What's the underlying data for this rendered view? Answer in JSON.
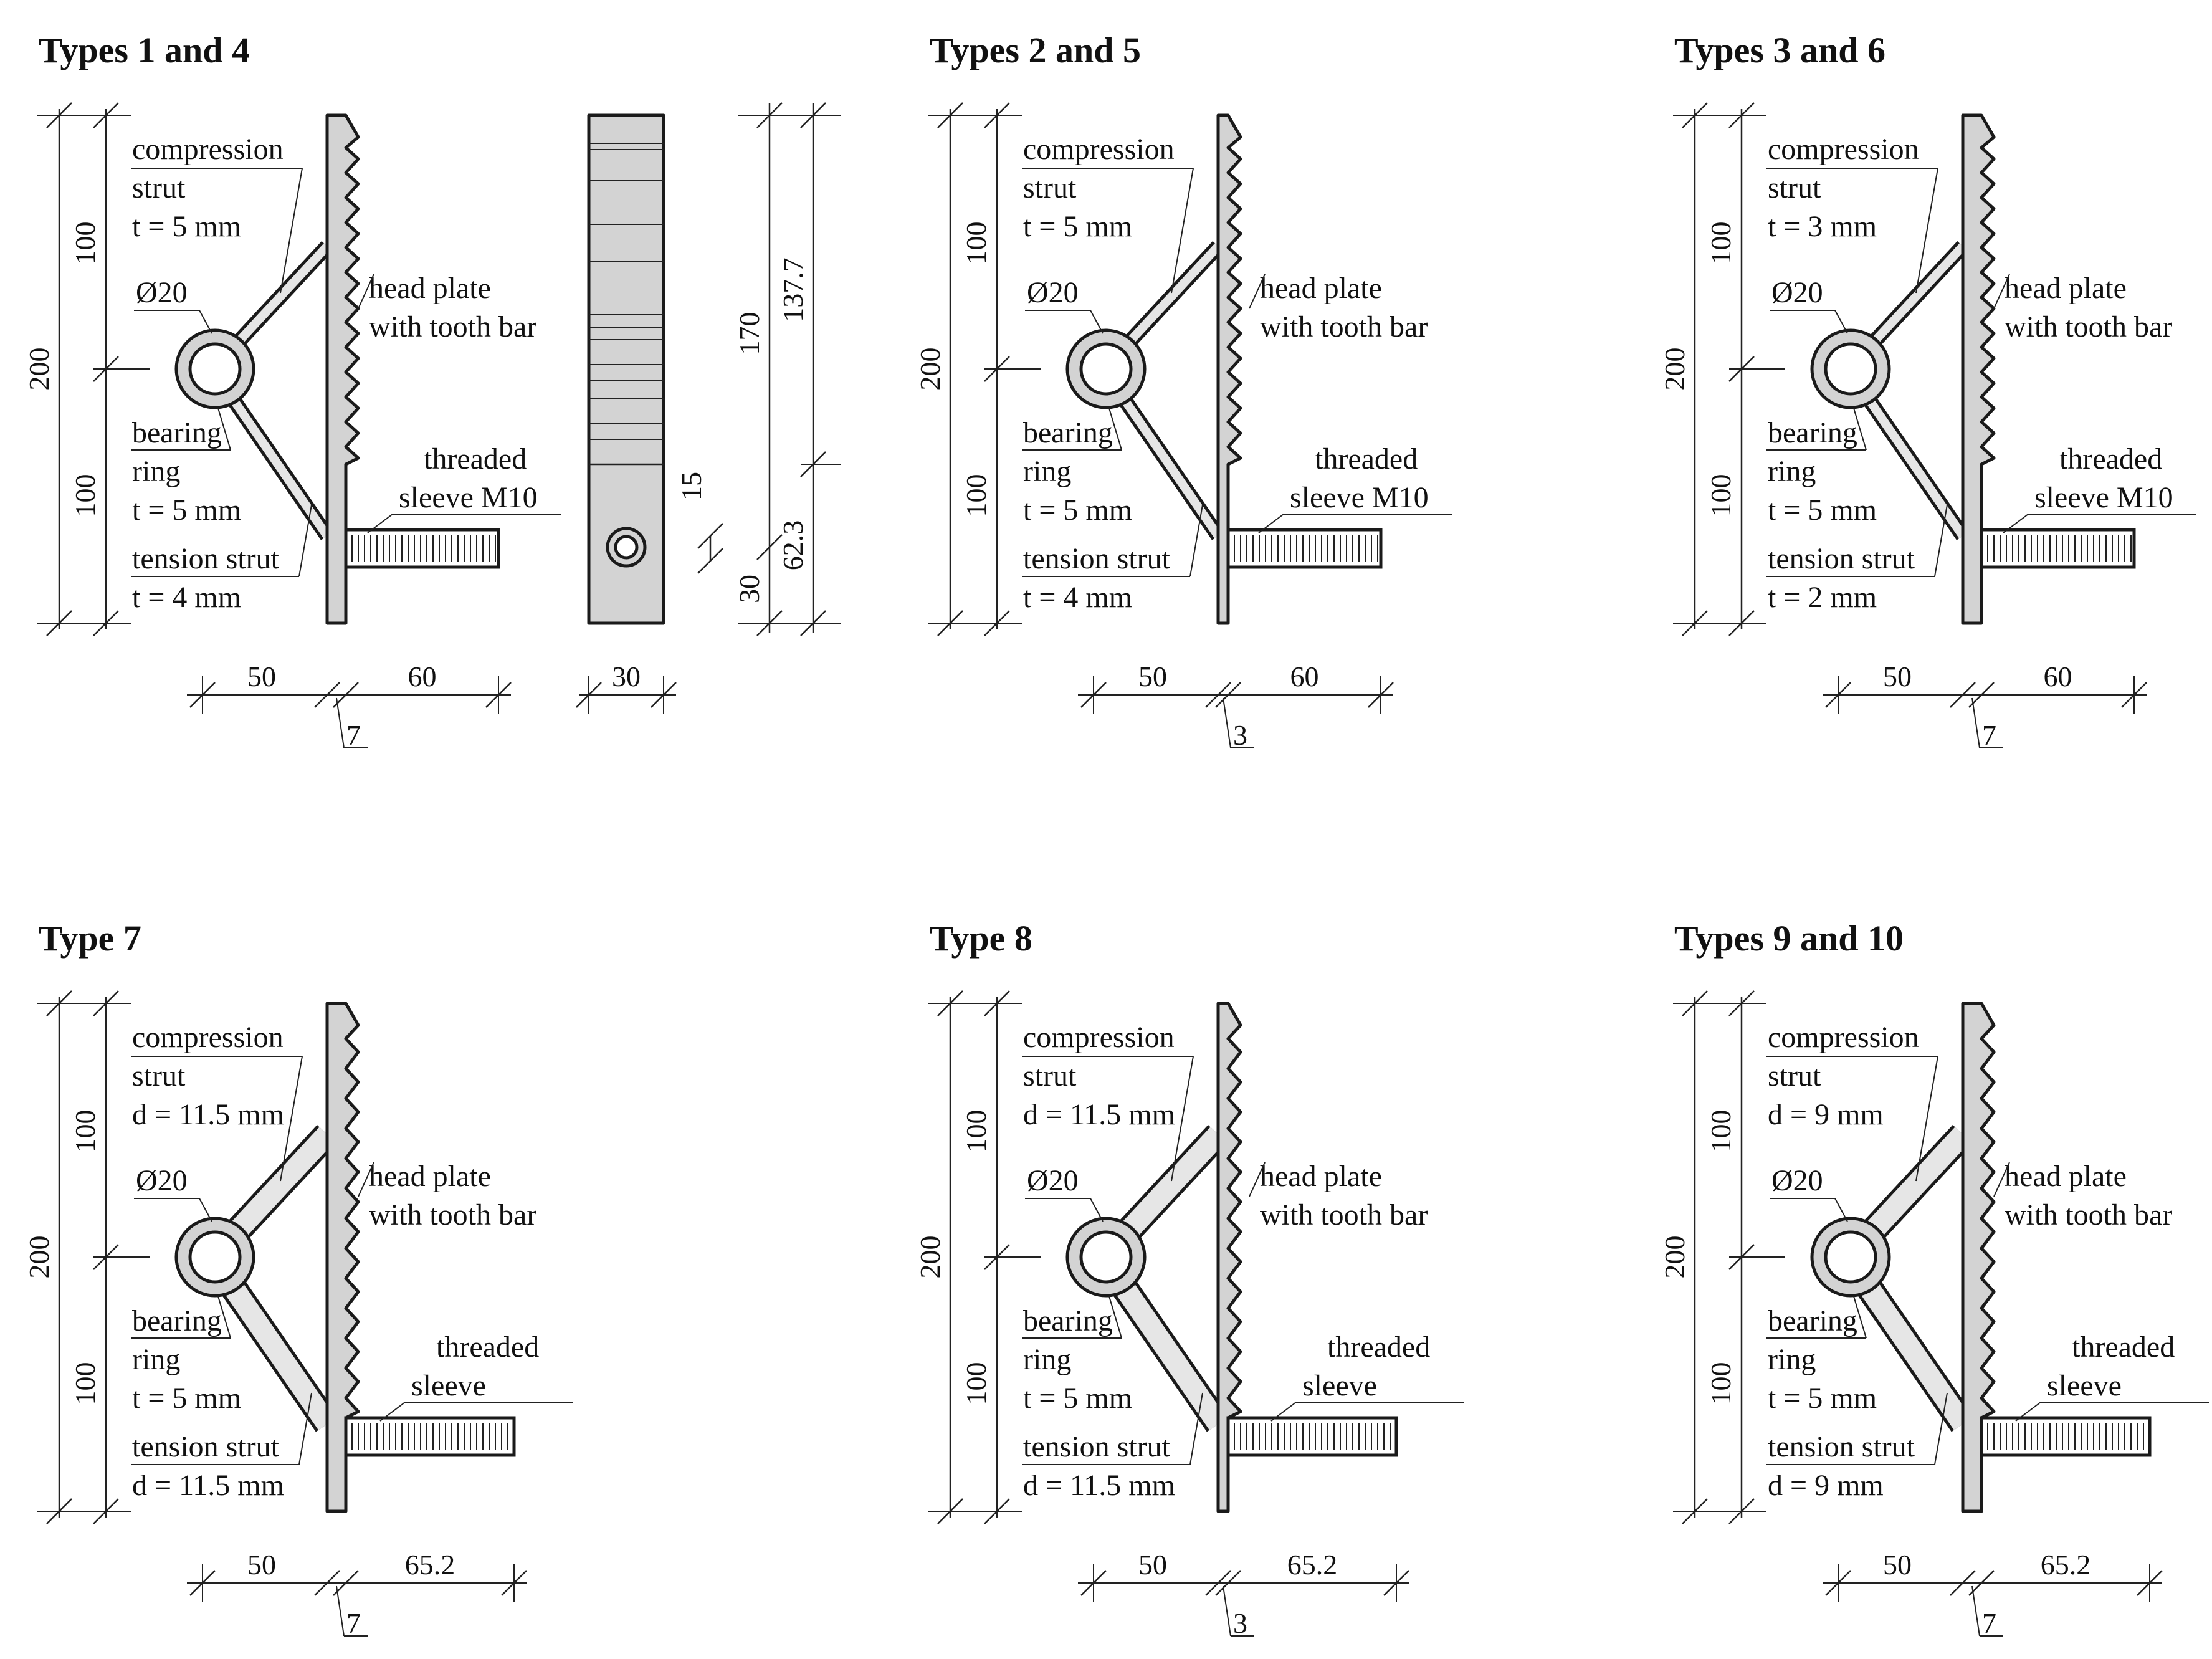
{
  "panels": [
    {
      "title": "Types 1 and 4",
      "plate_thickness": "7",
      "sleeve_length": "60",
      "compression_label": [
        "compression",
        "strut",
        "t = 5 mm"
      ],
      "tension_label": [
        "tension strut",
        "t = 4 mm"
      ],
      "ring_label": [
        "bearing",
        "ring",
        "t = 5 mm"
      ],
      "sleeve_label": [
        "threaded",
        "sleeve M10"
      ],
      "head_label": [
        "head plate",
        "with tooth bar"
      ],
      "diameter": "Ø20",
      "dim_total": "200",
      "dim_upper": "100",
      "dim_lower": "100",
      "dim_depth": "50"
    },
    {
      "title": "Types 2 and 5",
      "plate_thickness": "3",
      "sleeve_length": "60",
      "compression_label": [
        "compression",
        "strut",
        "t = 5 mm"
      ],
      "tension_label": [
        "tension strut",
        "t = 4 mm"
      ],
      "ring_label": [
        "bearing",
        "ring",
        "t = 5 mm"
      ],
      "sleeve_label": [
        "threaded",
        "sleeve M10"
      ],
      "head_label": [
        "head plate",
        "with tooth bar"
      ],
      "diameter": "Ø20",
      "dim_total": "200",
      "dim_upper": "100",
      "dim_lower": "100",
      "dim_depth": "50"
    },
    {
      "title": "Types 3 and 6",
      "plate_thickness": "7",
      "sleeve_length": "60",
      "compression_label": [
        "compression",
        "strut",
        "t = 3 mm"
      ],
      "tension_label": [
        "tension strut",
        "t = 2 mm"
      ],
      "ring_label": [
        "bearing",
        "ring",
        "t = 5 mm"
      ],
      "sleeve_label": [
        "threaded",
        "sleeve M10"
      ],
      "head_label": [
        "head plate",
        "with tooth bar"
      ],
      "diameter": "Ø20",
      "dim_total": "200",
      "dim_upper": "100",
      "dim_lower": "100",
      "dim_depth": "50"
    },
    {
      "title": "Type 7",
      "plate_thickness": "7",
      "sleeve_length": "65.2",
      "compression_label": [
        "compression",
        "strut",
        "d = 11.5 mm"
      ],
      "tension_label": [
        "tension strut",
        "d = 11.5 mm"
      ],
      "ring_label": [
        "bearing",
        "ring",
        "t = 5 mm"
      ],
      "sleeve_label": [
        "threaded",
        "sleeve"
      ],
      "head_label": [
        "head plate",
        "with tooth bar"
      ],
      "diameter": "Ø20",
      "dim_total": "200",
      "dim_upper": "100",
      "dim_lower": "100",
      "dim_depth": "50"
    },
    {
      "title": "Type 8",
      "plate_thickness": "3",
      "sleeve_length": "65.2",
      "compression_label": [
        "compression",
        "strut",
        "d = 11.5 mm"
      ],
      "tension_label": [
        "tension strut",
        "d = 11.5 mm"
      ],
      "ring_label": [
        "bearing",
        "ring",
        "t = 5 mm"
      ],
      "sleeve_label": [
        "threaded",
        "sleeve"
      ],
      "head_label": [
        "head plate",
        "with tooth bar"
      ],
      "diameter": "Ø20",
      "dim_total": "200",
      "dim_upper": "100",
      "dim_lower": "100",
      "dim_depth": "50"
    },
    {
      "title": "Types 9 and 10",
      "plate_thickness": "7",
      "sleeve_length": "65.2",
      "compression_label": [
        "compression",
        "strut",
        "d = 9 mm"
      ],
      "tension_label": [
        "tension strut",
        "d = 9 mm"
      ],
      "ring_label": [
        "bearing",
        "ring",
        "t = 5 mm"
      ],
      "sleeve_label": [
        "threaded",
        "sleeve"
      ],
      "head_label": [
        "head plate",
        "with tooth bar"
      ],
      "diameter": "Ø20",
      "dim_total": "200",
      "dim_upper": "100",
      "dim_lower": "100",
      "dim_depth": "50"
    }
  ],
  "side_view": {
    "width": "30",
    "dim_170": "170",
    "dim_137_7": "137.7",
    "dim_62_3": "62.3",
    "dim_15": "15",
    "dim_30": "30"
  }
}
